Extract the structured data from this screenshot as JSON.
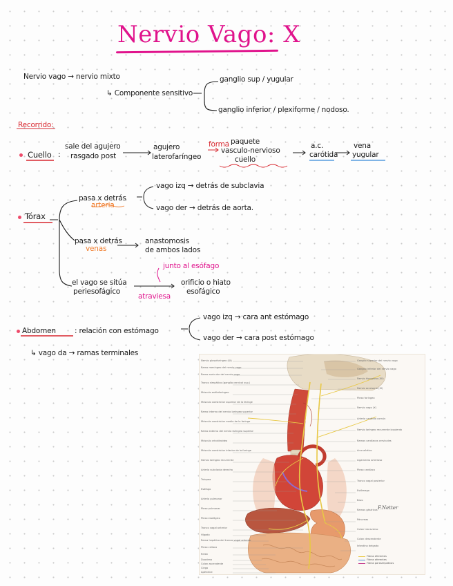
{
  "title": "Nervio Vago: X",
  "intro": {
    "line1": "Nervio vago → nervio mixto",
    "line2": "↳ Componente sensitivo",
    "branch_top": "ganglio sup / yugular",
    "branch_bottom": "ganglio inferior / plexiforme / nodoso."
  },
  "recorrido_label": "Recorrido:",
  "cuello": {
    "label": "Cuello",
    "colon": ":",
    "sale_line1": "sale del agujero",
    "sale_line2": "rasgado post",
    "arrow_target_line1": "agujero",
    "arrow_target_line2": "laterofaríngeo",
    "forma_word": "forma",
    "paquete_line1": "paquete",
    "paquete_line2": "vasculo-nervioso",
    "paquete_line3": "cuello",
    "carotida_line1": "a.c.",
    "carotida_line2": "carótida",
    "vena_line1": "vena",
    "vena_line2": "yugular"
  },
  "torax": {
    "label": "Tórax",
    "posterior_line1": "pasa x detrás",
    "posterior_line2": "arteria",
    "izq": "vago izq → detrás de subclavia",
    "der": "vago der → detrás de aorta.",
    "vena_line1": "pasa x detrás",
    "vena_line2": "venas",
    "anastomosis_line1": "anastomosis",
    "anastomosis_line2": "de ambos lados",
    "esofago_line1": "el vago se sitúa",
    "esofago_line2": "periesofágico",
    "junto": "junto al esófago",
    "orificio_line1": "orificio o hiato",
    "orificio_line2": "esofágico",
    "atraviesa": "atraviesa"
  },
  "abdomen": {
    "label": "Abdomen",
    "relacion": ": relación con estómago",
    "izq": "vago izq → cara ant estómago",
    "der": "vago der → cara post estómago",
    "terminal": "↳ vago da → ramas terminales"
  },
  "figure": {
    "left_captions": [
      "Nervio glosofaríngeo (IX)",
      "Ramo meníngeo del nervio vago",
      "Ramo auricular del nervio vago",
      "Tronco simpático (ganglio cervical sup.)",
      "Músculo estilofaríngeo",
      "Músculo constrictor superior de la faringe",
      "Ramo interno del nervio laríngeo superior",
      "Músculo constrictor medio de la faringe",
      "Ramo externo del nervio laríngeo superior",
      "Músculo cricotiroideo",
      "Músculo constrictor inferior de la faringe",
      "Nervio laríngeo recurrente",
      "Arteria subclavia derecha",
      "Tráquea",
      "Esófago",
      "Arteria pulmonar",
      "Plexo pulmonar",
      "Plexo esofágico",
      "Tronco vagal anterior",
      "Hígado",
      "Rama hepática del tronco vagal anterior",
      "Plexo celíaco",
      "Riñón",
      "Duodeno",
      "Colon ascendente",
      "Ciego",
      "Apéndice"
    ],
    "right_captions": [
      "Ganglio superior del nervio vago",
      "Ganglio inferior del nervio vago",
      "Nervio hipogloso (XII)",
      "Nervio accesorio (XI)",
      "Plexo faríngeo",
      "Nervio vago (X)",
      "Arteria carótida común",
      "Nervio laríngeo recurrente izquierdo",
      "Ramos cardíacos cervicales",
      "Arco aórtico",
      "Ligamento arterioso",
      "Plexo cardíaco",
      "Tronco vagal posterior",
      "Estómago",
      "Bazo",
      "Ramos gástricos",
      "Páncreas",
      "Colon transverso",
      "Colon descendente",
      "Intestino delgado"
    ],
    "legend": [
      "Fibras eferentes",
      "Fibras aferentes",
      "Fibras parasimpáticas"
    ],
    "signature": "F.Netter",
    "colors": {
      "nerve": "#e8c845",
      "muscle": "#cf4a3a",
      "organ": "#e8a56a",
      "bone": "#e8dcc6"
    }
  },
  "colors": {
    "title": "#e0138c",
    "accent_red": "#d8262e",
    "accent_pink": "#e0138c",
    "accent_orange": "#f07b2a",
    "accent_blue": "#7fb4e6"
  }
}
